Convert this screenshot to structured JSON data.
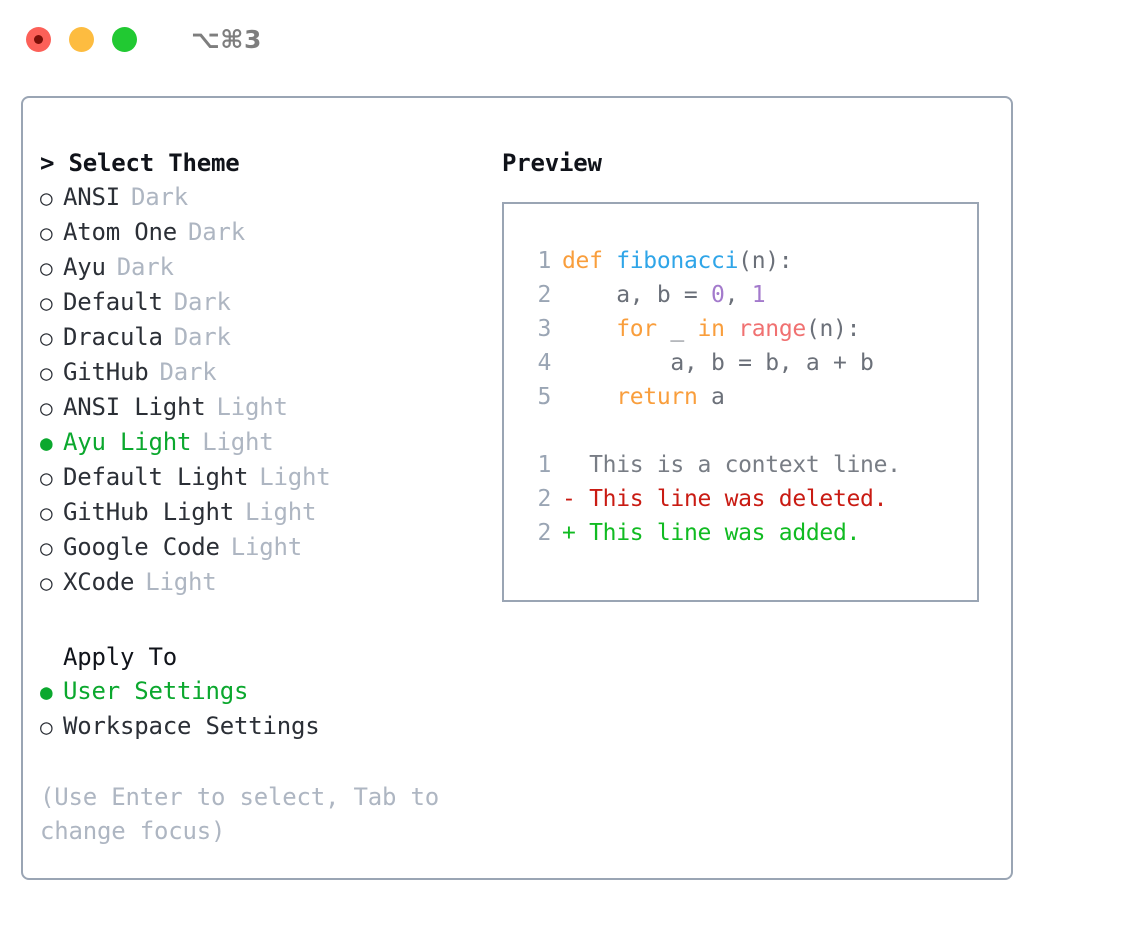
{
  "titlebar": {
    "shortcut": "⌥⌘3",
    "lights": [
      {
        "name": "close",
        "color": "#FC6058"
      },
      {
        "name": "minimize",
        "color": "#FDBC40"
      },
      {
        "name": "maximize",
        "color": "#21C932"
      }
    ]
  },
  "theme_section": {
    "caret": "> ",
    "title": "Select Theme",
    "bullet_selected": "●",
    "bullet_unselected": "○",
    "items": [
      {
        "label": "ANSI",
        "badge": "Dark",
        "selected": false
      },
      {
        "label": "Atom One",
        "badge": "Dark",
        "selected": false
      },
      {
        "label": "Ayu",
        "badge": "Dark",
        "selected": false
      },
      {
        "label": "Default",
        "badge": "Dark",
        "selected": false
      },
      {
        "label": "Dracula",
        "badge": "Dark",
        "selected": false
      },
      {
        "label": "GitHub",
        "badge": "Dark",
        "selected": false
      },
      {
        "label": "ANSI Light",
        "badge": "Light",
        "selected": false
      },
      {
        "label": "Ayu Light",
        "badge": "Light",
        "selected": true
      },
      {
        "label": "Default Light",
        "badge": "Light",
        "selected": false
      },
      {
        "label": "GitHub Light",
        "badge": "Light",
        "selected": false
      },
      {
        "label": "Google Code",
        "badge": "Light",
        "selected": false
      },
      {
        "label": "XCode",
        "badge": "Light",
        "selected": false
      }
    ]
  },
  "apply_section": {
    "title": "Apply To",
    "items": [
      {
        "label": "User Settings",
        "selected": true
      },
      {
        "label": "Workspace Settings",
        "selected": false
      }
    ]
  },
  "hint": {
    "line1": "(Use Enter to select, Tab to",
    "line2": "change focus)"
  },
  "preview": {
    "title": "Preview",
    "code_lines": [
      {
        "lineno": "1",
        "tokens": [
          {
            "text": "def ",
            "type": "kw"
          },
          {
            "text": "fibonacci",
            "type": "fn"
          },
          {
            "text": "(n):",
            "type": "txt"
          }
        ]
      },
      {
        "lineno": "2",
        "tokens": [
          {
            "text": "    a, b = ",
            "type": "txt"
          },
          {
            "text": "0",
            "type": "num"
          },
          {
            "text": ", ",
            "type": "txt"
          },
          {
            "text": "1",
            "type": "num"
          }
        ]
      },
      {
        "lineno": "3",
        "tokens": [
          {
            "text": "    ",
            "type": "txt"
          },
          {
            "text": "for",
            "type": "kw"
          },
          {
            "text": " _ ",
            "type": "txt"
          },
          {
            "text": "in",
            "type": "kw"
          },
          {
            "text": " ",
            "type": "txt"
          },
          {
            "text": "range",
            "type": "call"
          },
          {
            "text": "(n):",
            "type": "txt"
          }
        ]
      },
      {
        "lineno": "4",
        "tokens": [
          {
            "text": "        a, b = b, a + b",
            "type": "txt"
          }
        ]
      },
      {
        "lineno": "5",
        "tokens": [
          {
            "text": "    ",
            "type": "txt"
          },
          {
            "text": "return",
            "type": "kw"
          },
          {
            "text": " a",
            "type": "txt"
          }
        ]
      }
    ],
    "diff_lines": [
      {
        "lineno": "1",
        "marker": "  ",
        "text": "This is a context line.",
        "type": "ctx"
      },
      {
        "lineno": "2",
        "marker": "- ",
        "text": "This line was deleted.",
        "type": "del"
      },
      {
        "lineno": "2",
        "marker": "+ ",
        "text": "This line was added.",
        "type": "add"
      }
    ]
  },
  "colors": {
    "accent_green": "#0BA82E",
    "keyword_orange": "#F99E3C",
    "function_blue": "#2FA5E8",
    "number_purple": "#A37ACC",
    "call_red": "#F07171",
    "diff_deleted": "#C91B13",
    "diff_added": "#11BB22",
    "border": "#9AA5B4",
    "muted": "#AEB6C2"
  }
}
